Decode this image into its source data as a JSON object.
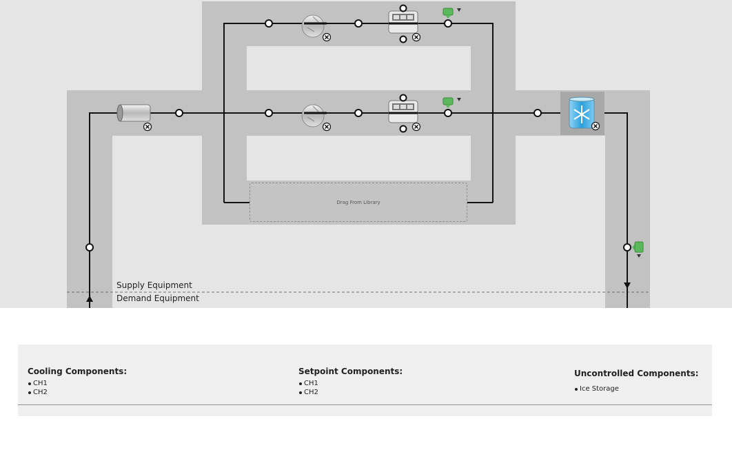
{
  "diagram": {
    "supply_label": "Supply Equipment",
    "demand_label": "Demand Equipment",
    "drop_zone_label": "Drag From Library"
  },
  "components": [
    {
      "heading": "Cooling Components:",
      "items": [
        "CH1",
        "CH2"
      ]
    },
    {
      "heading": "Setpoint Components:",
      "items": [
        "CH1",
        "CH2"
      ]
    },
    {
      "heading": "Uncontrolled Components:",
      "items": [
        "Ice Storage"
      ]
    }
  ],
  "colors": {
    "canvas_bg": "#e5e5e5",
    "lane": "#c2c2c2",
    "pipe": "#111111",
    "setpoint_green": "#5cb85c",
    "ice_blue": "#3aa7e0",
    "panel_bg": "#efefef"
  }
}
